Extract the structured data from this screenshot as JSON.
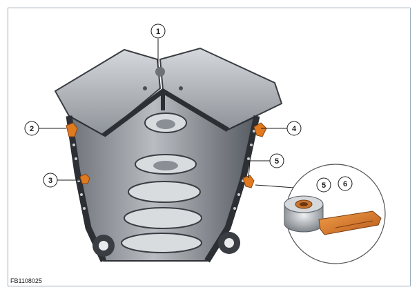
{
  "figure": {
    "reference_code": "FB1108025",
    "callouts": [
      {
        "id": "c1",
        "label": "1"
      },
      {
        "id": "c2",
        "label": "2"
      },
      {
        "id": "c3",
        "label": "3"
      },
      {
        "id": "c4",
        "label": "4"
      },
      {
        "id": "c5",
        "label": "5"
      },
      {
        "id": "c5b",
        "label": "5"
      },
      {
        "id": "c6",
        "label": "6"
      }
    ],
    "colors": {
      "block_dark": "#3a3d42",
      "block_mid": "#8a8f96",
      "block_light": "#c4c8cd",
      "sensor_orange": "#e07a1f",
      "frame_border": "#9aa8b8"
    }
  }
}
